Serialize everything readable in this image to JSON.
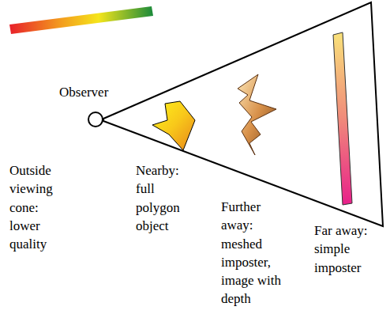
{
  "diagram": {
    "labels": [
      "Observer",
      "Outside viewing cone: lower quality",
      "Nearby: full polygon object",
      "Further away: meshed imposter, image with depth",
      "Far away: simple imposter"
    ]
  }
}
